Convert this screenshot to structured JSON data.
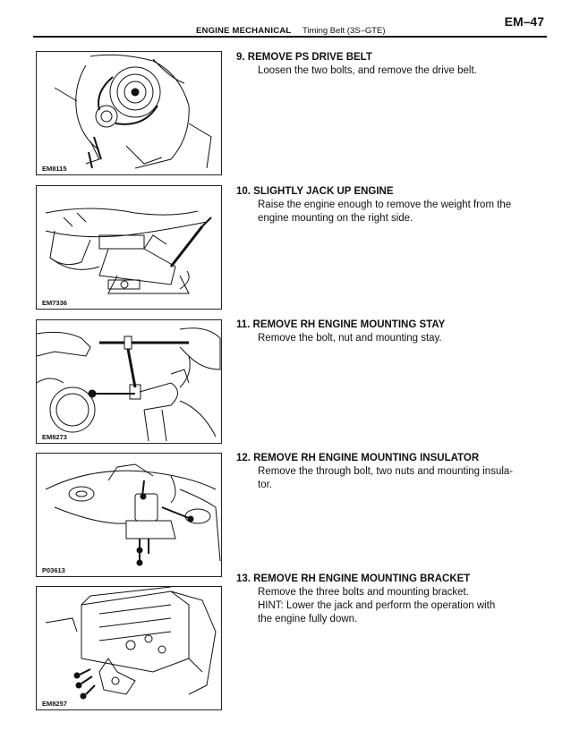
{
  "header": {
    "page_number": "EM–47",
    "section": "ENGINE MECHANICAL",
    "separator": "–",
    "subsection": "Timing Belt (3S–GTE)"
  },
  "figures": [
    {
      "code": "EM8115",
      "depicts": "power steering pump pulley and drive belt"
    },
    {
      "code": "EM7336",
      "depicts": "jack lifting engine oil pan"
    },
    {
      "code": "EM8273",
      "depicts": "T-handle wrench on mounting stay"
    },
    {
      "code": "P03613",
      "depicts": "engine mounting insulator with bolts and nuts"
    },
    {
      "code": "EM8257",
      "depicts": "engine mounting bracket with three bolts"
    }
  ],
  "steps": [
    {
      "title": "9. REMOVE PS DRIVE BELT",
      "lines": [
        "Loosen the two bolts, and remove the drive belt."
      ]
    },
    {
      "title": "10. SLIGHTLY JACK UP ENGINE",
      "lines": [
        "Raise the engine enough to remove the weight from the",
        "engine mounting on the right side."
      ]
    },
    {
      "title": "11. REMOVE RH ENGINE MOUNTING STAY",
      "lines": [
        "Remove the bolt, nut and mounting stay."
      ]
    },
    {
      "title": "12. REMOVE RH ENGINE MOUNTING INSULATOR",
      "lines": [
        "Remove the through bolt, two nuts and mounting insula-",
        "tor."
      ]
    },
    {
      "title": "13. REMOVE RH ENGINE MOUNTING BRACKET",
      "lines": [
        "Remove the three bolts and mounting bracket.",
        "HINT: Lower the jack and perform the operation with",
        "the engine fully down."
      ]
    }
  ]
}
